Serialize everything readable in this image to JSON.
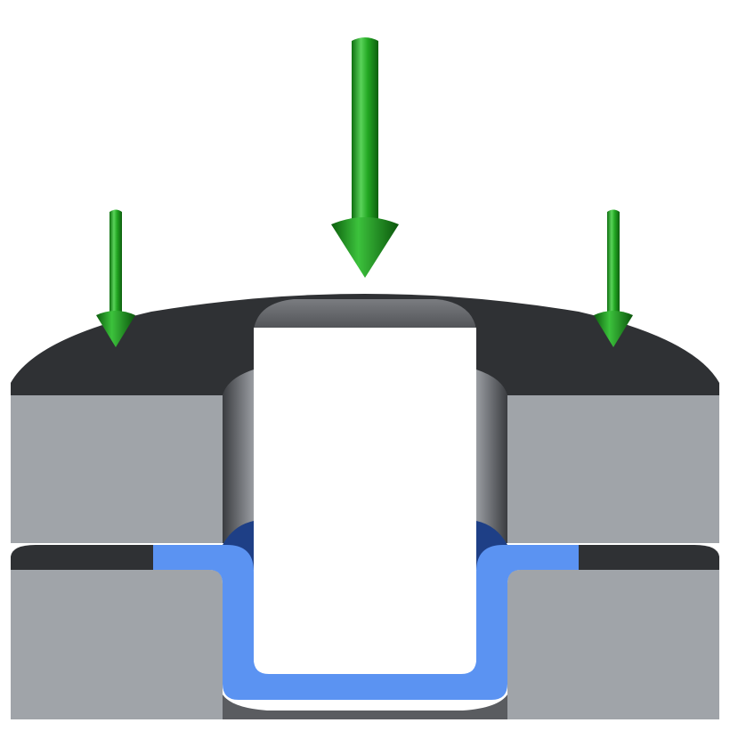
{
  "diagram": {
    "kind": "deep-drawing-cross-section",
    "parts": [
      {
        "id": "blank-holder",
        "visible": true
      },
      {
        "id": "punch",
        "visible": true
      },
      {
        "id": "die",
        "visible": true
      },
      {
        "id": "sheet-metal-blank",
        "visible": true
      }
    ],
    "forces": [
      {
        "id": "blank-holder-force-left",
        "direction": "down",
        "icon": "arrow-down-icon"
      },
      {
        "id": "punch-force",
        "direction": "down",
        "icon": "arrow-down-icon"
      },
      {
        "id": "blank-holder-force-right",
        "direction": "down",
        "icon": "arrow-down-icon"
      }
    ],
    "colors": {
      "tool_face": "#a0a4a9",
      "tool_top_dark": "#2f3134",
      "punch_body": "#ffffff",
      "punch_cap": "#5e6064",
      "sheet": "#5b93f2",
      "sheet_shadow": "#1e3f86",
      "arrow_green": "#1fa11f"
    }
  }
}
